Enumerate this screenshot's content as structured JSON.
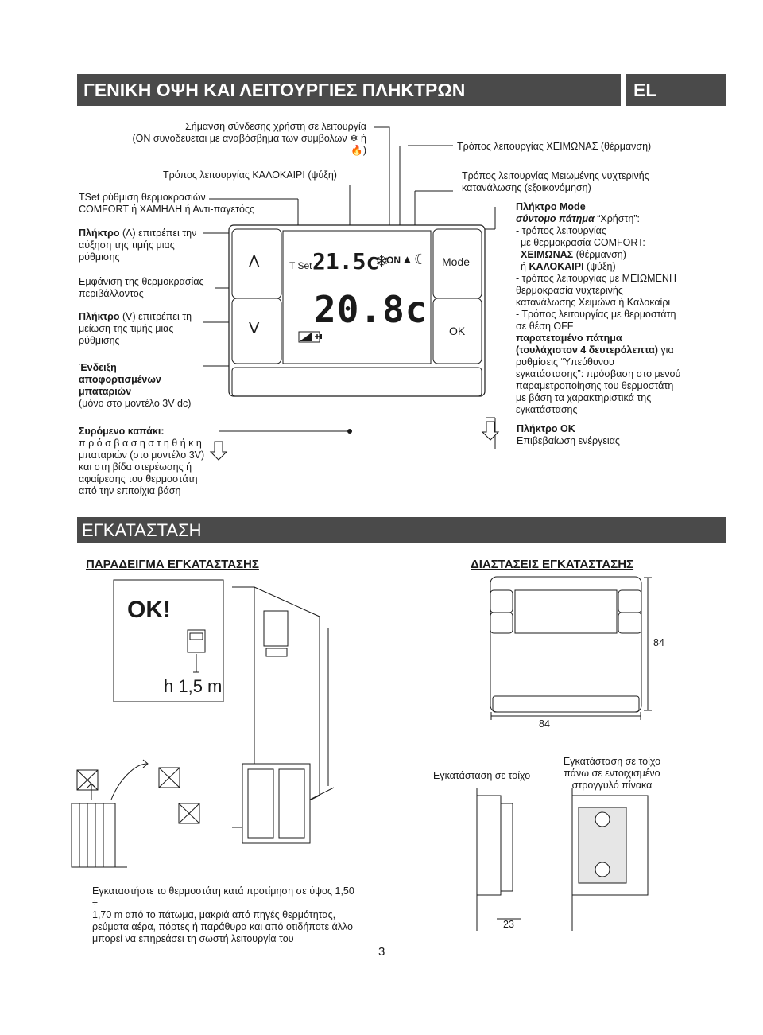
{
  "header": {
    "title": "ΓΕΝΙΚΗ ΟΨΗ ΚΑΙ ΛΕΙΤΟΥΡΓΙΕΣ ΠΛΗΚΤΡΩΝ",
    "lang": "EL"
  },
  "top_labels": {
    "on_line1": "Σήμανση σύνδεσης  χρήστη σε λειτουργία",
    "on_line2": "(ON συνοδεύεται με αναβόσβημα των συμβόλων ❄ ή 🔥)",
    "winter_mode": "Τρόπος λειτουργίας ΧΕΙΜΩΝΑΣ (θέρμανση)",
    "summer_mode": "Τρόπος λειτουργίας ΚΑΛΟΚΑΙΡΙ (ψύξη)",
    "eco_line1": "Τρόπος λειτουργίας Μειωμένης νυχτερινής",
    "eco_line2": "κατανάλωσης  (εξοικονόμηση)"
  },
  "left_labels": {
    "tset_1": "TSet ρύθμιση θερμοκρασιών",
    "tset_2": "COMFORT ή ΧΑΜΗΛΗ ή Αντι-παγετόςς",
    "up_1_bold": "Πλήκτρο",
    "up_1_rest": " (Λ) επιτρέπει την",
    "up_2": "αύξηση της τιμής μιας",
    "up_3": "ρύθμισης",
    "temp_1": "Εμφάνιση της θερμοκρασίας",
    "temp_2": "περιβάλλοντος",
    "down_1_bold": "Πλήκτρο",
    "down_1_rest": " (V) επιτρέπει τη",
    "down_2": "μείωση της τιμής μιας",
    "down_3": "ρύθμισης",
    "batt_1": "Ένδειξη",
    "batt_2": "αποφορτισμένων",
    "batt_3": "μπαταριών",
    "batt_4": "(μόνο στο μοντέλο 3V dc)"
  },
  "device": {
    "up_key": "Λ",
    "down_key": "V",
    "mode_key": "Mode",
    "ok_key": "OK",
    "tset_label": "T Set",
    "set_value": "21.5c",
    "room_value": "20.8c",
    "on_text": "ON"
  },
  "right_labels": {
    "mode_title": "Πλήκτρο Mode",
    "short_press": "σύντομο πάτημα",
    "short_press_rest": " “Χρήστη”:",
    "l1": "- τρόπος λειτουργίας",
    "l2": "με θερμοκρασία COMFORT:",
    "l3_bold": "ΧΕΙΜΩΝΑΣ",
    "l3_rest": " (θέρμανση)",
    "l4_pre": "ή ",
    "l4_bold": "ΚΑΛΟΚΑΙΡΙ",
    "l4_rest": " (ψύξη)",
    "l5": "- τρόπος λειτουργίας με ΜΕΙΩΜΕΝΗ",
    "l6": "θερμοκρασία νυχτερινής",
    "l7": "κατανάλωσης  Χειμώνα ή Καλοκαίρι",
    "l8": "- Τρόπος λειτουργίας με θερμοστάτη",
    "l9": "σε θέση OFF",
    "l10": "παρατεταμένο πάτημα",
    "l11_bold": "(τουλάχιστον 4 δευτερόλεπτα)",
    "l11_rest": " για",
    "l12": "ρυθμίσεις  “Υπεύθυνου",
    "l13": "εγκατάστασης”: πρόσβαση στο μενού",
    "l14": "παραμετροποίησης του θερμοστάτη",
    "l15": "με βάση τα χαρακτηριστικά της",
    "l16": "εγκατάστασης",
    "ok_title": "Πλήκτρο OK",
    "ok_desc": "Επιβεβαίωση ενέργειας"
  },
  "cover": {
    "title": "Συρόμενο καπάκι:",
    "l1": "π ρ ό σ β α σ η   σ τ η   θ ή κ η",
    "l2": "μπαταριών (στο μοντέλο 3V)",
    "l3": "και  στη  βίδα  στερέωσης  ή",
    "l4": "αφαίρεσης  του  θερμοστάτη",
    "l5": "από την επιτοίχια βάση"
  },
  "install": {
    "title": "ΕΓΚΑΤΑΣΤΑΣΗ",
    "example_title": "ΠΑΡΑΔΕΙΓΜΑ ΕΓΚΑΤΑΣΤΑΣΗΣ",
    "dims_title": "ΔΙΑΣΤΑΣΕΙΣ ΕΓΚΑΤΑΣΤΑΣΗΣ",
    "ok": "OK!",
    "height": "h 1,5 m",
    "dim_h": "84",
    "dim_w": "84",
    "wall_mount": "Εγκατάσταση σε τοίχο",
    "box_1": "Εγκατάσταση σε τοίχο",
    "box_2": "πάνω σε εντοιχισμένο",
    "box_3": "στρογγυλό πίνακα",
    "depth": "23",
    "note_1": "Εγκαταστήστε το θερμοστάτη κατά προτίμηση σε ύψος 1,50 ÷",
    "note_2": "1,70  m  από  το  πάτωμα,  μακριά  από  πηγές  θερμότητας,",
    "note_3": "ρεύματα αέρα, πόρτες ή παράθυρα και από οτιδήποτε άλλο",
    "note_4": "μπορεί να επηρεάσει  τη σωστή λειτουργία του"
  },
  "page_number": "3"
}
